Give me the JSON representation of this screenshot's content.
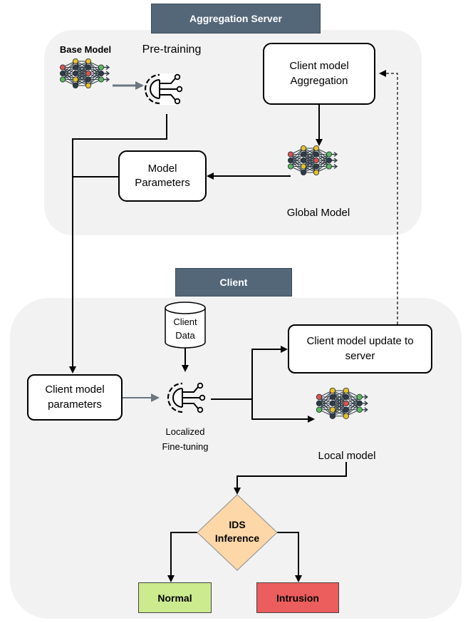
{
  "server": {
    "title": "Aggregation Server",
    "base_model": "Base Model",
    "pretraining": "Pre-training",
    "aggregation_line1": "Client model",
    "aggregation_line2": "Aggregation",
    "model_params_line1": "Model",
    "model_params_line2": "Parameters",
    "global_model": "Global Model"
  },
  "client": {
    "title": "Client",
    "data_line1": "Client",
    "data_line2": "Data",
    "params_line1": "Client model",
    "params_line2": "parameters",
    "finetune_line1": "Localized",
    "finetune_line2": "Fine-tuning",
    "update_line1": "Client model update to",
    "update_line2": "server",
    "local_model": "Local model",
    "ids_line1": "IDS",
    "ids_line2": "Inference",
    "normal": "Normal",
    "intrusion": "Intrusion"
  },
  "colors": {
    "header_band": "#546779",
    "panel": "#f2f2f2",
    "decision": "#fdd7a7",
    "normal": "#ccea8e",
    "intrusion": "#ec5d5d",
    "node_red": "#d9534f",
    "node_green": "#5cb85c",
    "node_yellow": "#e6c229",
    "node_dark": "#2f3b45"
  },
  "icons": {
    "base_model": "neural-network-icon",
    "pretraining": "gear-circuit-icon",
    "global_model": "neural-network-icon",
    "client_data": "database-icon",
    "finetuning": "gear-circuit-icon",
    "local_model": "neural-network-icon"
  }
}
